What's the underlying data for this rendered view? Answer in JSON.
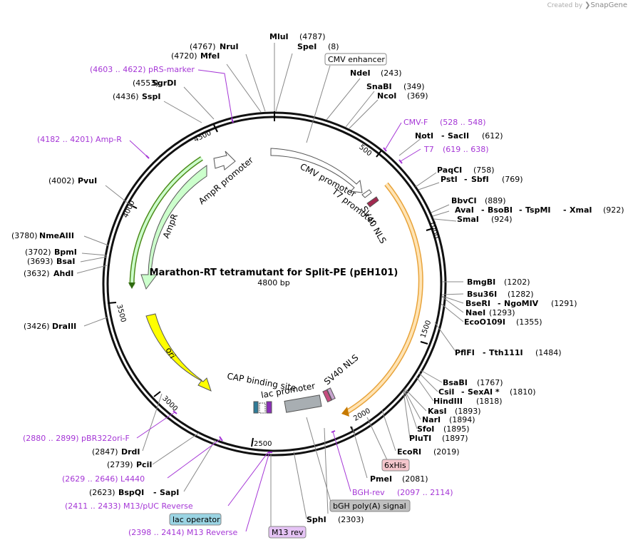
{
  "credit": {
    "prefix": "Created by",
    "brand": "SnapGene"
  },
  "plasmid": {
    "name": "Marathon-RT tetramutant for Split-PE (pEH101)",
    "length_label": "4800 bp",
    "length": 4800
  },
  "ticks": [
    "500",
    "1000",
    "1500",
    "2000",
    "2500",
    "3000",
    "3500",
    "4000",
    "4500"
  ],
  "enzymes": [
    {
      "id": "mlui",
      "name": "MluI",
      "pos": "(4787)"
    },
    {
      "id": "spei",
      "name": "SpeI",
      "pos": "(8)"
    },
    {
      "id": "nrui",
      "name": "NruI",
      "pos": "(4767)"
    },
    {
      "id": "mfei",
      "name": "MfeI",
      "pos": "(4720)"
    },
    {
      "id": "ndei",
      "name": "NdeI",
      "pos": "(243)"
    },
    {
      "id": "snabi",
      "name": "SnaBI",
      "pos": "(349)"
    },
    {
      "id": "ncoi",
      "name": "NcoI",
      "pos": "(369)"
    },
    {
      "id": "sgrdi",
      "name": "SgrDI",
      "pos": "(4553)"
    },
    {
      "id": "sspi",
      "name": "SspI",
      "pos": "(4436)"
    },
    {
      "id": "noti",
      "name": "NotI",
      "name2": "SacII",
      "pos": "(612)"
    },
    {
      "id": "paqci",
      "name": "PaqCI",
      "pos": "(758)"
    },
    {
      "id": "psti",
      "name": "PstI",
      "name2": "SbfI",
      "pos": "(769)"
    },
    {
      "id": "pvui",
      "name": "PvuI",
      "pos": "(4002)"
    },
    {
      "id": "bbvci",
      "name": "BbvCI",
      "pos": "(889)"
    },
    {
      "id": "avai",
      "name": "AvaI",
      "name2": "BsoBI",
      "name3": "TspMI",
      "name4": "XmaI",
      "pos": "(922)"
    },
    {
      "id": "smai",
      "name": "SmaI",
      "pos": "(924)"
    },
    {
      "id": "nmeaiii",
      "name": "NmeAIII",
      "pos": "(3780)"
    },
    {
      "id": "bpmi",
      "name": "BpmI",
      "pos": "(3702)"
    },
    {
      "id": "bsai",
      "name": "BsaI",
      "pos": "(3693)"
    },
    {
      "id": "ahdi",
      "name": "AhdI",
      "pos": "(3632)"
    },
    {
      "id": "bmgbi",
      "name": "BmgBI",
      "pos": "(1202)"
    },
    {
      "id": "bsu36i",
      "name": "Bsu36I",
      "pos": "(1282)"
    },
    {
      "id": "bseri",
      "name": "BseRI",
      "name2": "NgoMIV",
      "pos": "(1291)"
    },
    {
      "id": "naei",
      "name": "NaeI",
      "pos": "(1293)"
    },
    {
      "id": "ecoo109i",
      "name": "EcoO109I",
      "pos": "(1355)"
    },
    {
      "id": "draiii",
      "name": "DraIII",
      "pos": "(3426)"
    },
    {
      "id": "pflfi",
      "name": "PflFI",
      "name2": "Tth111I",
      "pos": "(1484)"
    },
    {
      "id": "bsabi",
      "name": "BsaBI",
      "pos": "(1767)"
    },
    {
      "id": "csii",
      "name": "CsiI",
      "name2": "SexAI *",
      "pos": "(1810)"
    },
    {
      "id": "hindiii",
      "name": "HindIII",
      "pos": "(1818)"
    },
    {
      "id": "kasi",
      "name": "KasI",
      "pos": "(1893)"
    },
    {
      "id": "nari",
      "name": "NarI",
      "pos": "(1894)"
    },
    {
      "id": "sfoi",
      "name": "SfoI",
      "pos": "(1895)"
    },
    {
      "id": "pluti",
      "name": "PluTI",
      "pos": "(1897)"
    },
    {
      "id": "ecori",
      "name": "EcoRI",
      "pos": "(2019)"
    },
    {
      "id": "drdi",
      "name": "DrdI",
      "pos": "(2847)"
    },
    {
      "id": "pcii",
      "name": "PciI",
      "pos": "(2739)"
    },
    {
      "id": "bspqi",
      "name": "BspQI",
      "name2": "SapI",
      "pos": "(2623)"
    },
    {
      "id": "pmei",
      "name": "PmeI",
      "pos": "(2081)"
    },
    {
      "id": "sphi",
      "name": "SphI",
      "pos": "(2303)"
    }
  ],
  "primers": [
    {
      "id": "prs",
      "label": "(4603 .. 4622)  pRS-marker"
    },
    {
      "id": "ampr",
      "label": "(4182 .. 4201)  Amp-R"
    },
    {
      "id": "cmvf",
      "label": "CMV-F",
      "pos": "(528 .. 548)"
    },
    {
      "id": "t7",
      "label": "T7",
      "pos": "(619 .. 638)"
    },
    {
      "id": "pbr",
      "label": "(2880 .. 2899)  pBR322ori-F"
    },
    {
      "id": "l4440",
      "label": "(2629 .. 2646)  L4440"
    },
    {
      "id": "m13puc",
      "label": "(2411 .. 2433)  M13/pUC Reverse"
    },
    {
      "id": "m13rev",
      "label": "(2398 .. 2414)  M13 Reverse"
    },
    {
      "id": "bghrev",
      "label": "BGH-rev",
      "pos": "(2097 .. 2114)"
    }
  ],
  "features": {
    "cmv_promoter": "CMV promoter",
    "t7_promoter": "T7 promoter",
    "sv40_nls_top": "SV40 NLS",
    "ampr_promoter": "AmpR promoter",
    "ampr": "AmpR",
    "ori": "ori",
    "cap_site": "CAP binding site",
    "lac_promoter": "lac promoter",
    "sv40_nls_bottom": "SV40 NLS"
  },
  "boxed": {
    "cmv_enhancer": "CMV enhancer",
    "his": "6xHis",
    "bgh": "bGH poly(A) signal",
    "lac_operator": "lac operator",
    "m13rev": "M13 rev"
  },
  "colors": {
    "primer": "#a536d6",
    "ori": "#ffff00",
    "ampr": "#ccffcc",
    "orf": "#ffe4b5",
    "his_box": "#f4c6cc",
    "bgh_box": "#c0c0c0",
    "lacop_box": "#9ad4e3",
    "m13_box": "#e5c3f5"
  }
}
